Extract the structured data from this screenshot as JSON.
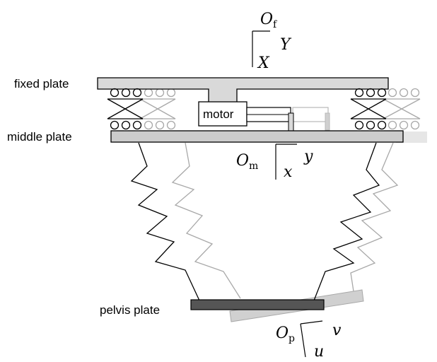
{
  "labels": {
    "fixed_plate": "fixed plate",
    "middle_plate": "middle plate",
    "pelvis_plate": "pelvis plate",
    "motor": "motor"
  },
  "frames": {
    "fixed": {
      "origin": "O",
      "sub": "f",
      "axis_a": "X",
      "axis_b": "Y"
    },
    "middle": {
      "origin": "O",
      "sub": "m",
      "axis_a": "x",
      "axis_b": "y"
    },
    "pelvis": {
      "origin": "O",
      "sub": "p",
      "axis_a": "u",
      "axis_b": "v"
    }
  },
  "colors": {
    "outline": "#000000",
    "ghost": "#a8a8a8",
    "plate_fill": "#d9d9d9",
    "middle_fill": "#cccccc",
    "pelvis_fill": "#555555",
    "ghost_fill": "#e3e3e3"
  }
}
